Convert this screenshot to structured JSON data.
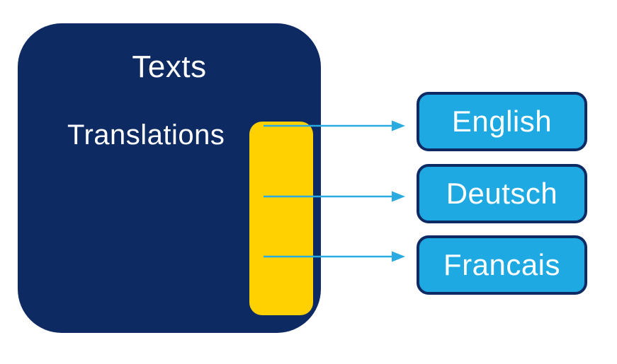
{
  "diagram": {
    "source": {
      "title": "Texts",
      "label": "Translations"
    },
    "languages": [
      {
        "label": "English"
      },
      {
        "label": "Deutsch"
      },
      {
        "label": "Francais"
      }
    ],
    "colors": {
      "navy": "#0E2A63",
      "yellow": "#FFD100",
      "cyan": "#1FA9E3",
      "arrow": "#29ABE2",
      "text": "#FFFFFF",
      "background": "#FFFFFF"
    }
  }
}
